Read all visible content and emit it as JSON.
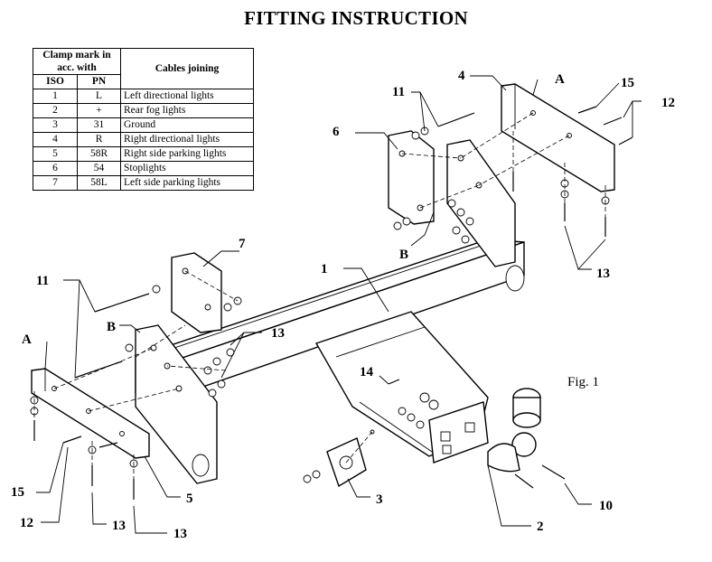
{
  "title": "FITTING INSTRUCTION",
  "table": {
    "header_clamp_mark": "Clamp mark in acc. with",
    "header_cables": "Cables joining",
    "col_iso": "ISO",
    "col_pn": "PN",
    "rows": [
      {
        "iso": "1",
        "pn": "L",
        "cable": "Left directional lights"
      },
      {
        "iso": "2",
        "pn": "+",
        "cable": "Rear fog lights"
      },
      {
        "iso": "3",
        "pn": "31",
        "cable": "Ground"
      },
      {
        "iso": "4",
        "pn": "R",
        "cable": "Right directional lights"
      },
      {
        "iso": "5",
        "pn": "58R",
        "cable": "Right side parking lights"
      },
      {
        "iso": "6",
        "pn": "54",
        "cable": "Stoplights"
      },
      {
        "iso": "7",
        "pn": "58L",
        "cable": "Left side parking lights"
      }
    ]
  },
  "figure_label": "Fig. 1",
  "callouts": {
    "c1": "1",
    "c2": "2",
    "c3": "3",
    "c4": "4",
    "c5": "5",
    "c6": "6",
    "c7": "7",
    "c10": "10",
    "c11_top": "11",
    "c11_left": "11",
    "c12_right": "12",
    "c12_left": "12",
    "c13_right": "13",
    "c13_mid": "13",
    "c13_bl1": "13",
    "c13_bl2": "13",
    "c14": "14",
    "c15_top": "15",
    "c15_left": "15",
    "cA_top": "A",
    "cA_left": "A",
    "cB_top": "B",
    "cB_left": "B"
  }
}
